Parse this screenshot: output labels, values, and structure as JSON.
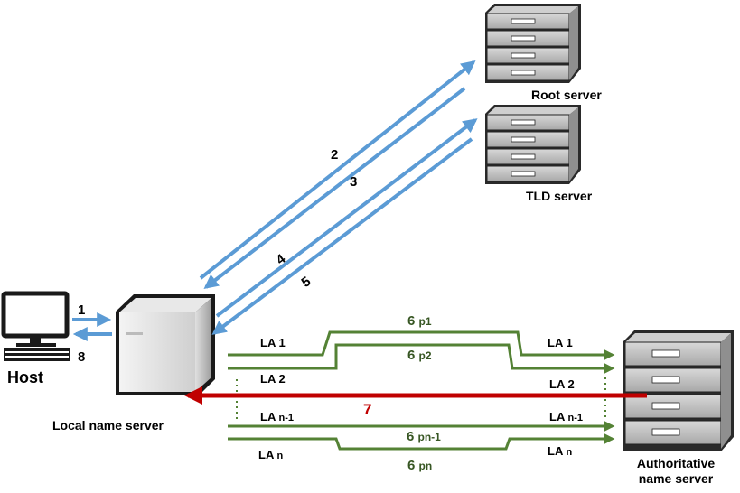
{
  "labels": {
    "host": "Host",
    "local_server": "Local name server",
    "root_server": "Root server",
    "tld_server": "TLD server",
    "auth_line1": "Authoritative",
    "auth_line2": "name server"
  },
  "steps": {
    "s1": "1",
    "s2": "2",
    "s3": "3",
    "s4": "4",
    "s5": "5",
    "s7": "7",
    "s8": "8"
  },
  "paths": {
    "p1": {
      "num": "6",
      "sub": "p1"
    },
    "p2": {
      "num": "6",
      "sub": "p2"
    },
    "pn1": {
      "num": "6",
      "sub": "pn-1"
    },
    "pn": {
      "num": "6",
      "sub": "pn"
    }
  },
  "la": {
    "l1": {
      "base": "LA",
      "sub": "1"
    },
    "l2": {
      "base": "LA",
      "sub": "2"
    },
    "ln1": {
      "base": "LA",
      "sub": "n-1"
    },
    "ln": {
      "base": "LA",
      "sub": "n"
    },
    "r1": {
      "base": "LA",
      "sub": "1"
    },
    "r2": {
      "base": "LA",
      "sub": "2"
    },
    "rn1": {
      "base": "LA",
      "sub": "n-1"
    },
    "rn": {
      "base": "LA",
      "sub": "n"
    }
  },
  "colors": {
    "query_arrow": "#5b9bd5",
    "path_arrow": "#548235",
    "response_arrow": "#c00000"
  }
}
